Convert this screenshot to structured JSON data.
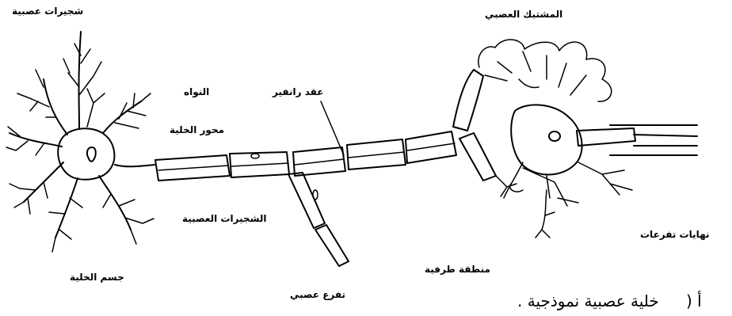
{
  "labels": {
    "dendrites": "شجيرات عصبية",
    "synapse": "المشتبك العصبي",
    "nucleus": "النواه",
    "ranvier_nodes": "عقد رانفير",
    "axon": "محور الخلية",
    "dendrites_neural": "الشجيرات العصبية",
    "terminal_branches": "نهايات تفرعات",
    "terminal_region": "منطقة طرفية",
    "cell_body": "جسم الخلية",
    "axon_branch": "تفرع عصبي"
  },
  "caption": {
    "text": "خلية عصبية نموذجية .",
    "letter": "أ ("
  }
}
